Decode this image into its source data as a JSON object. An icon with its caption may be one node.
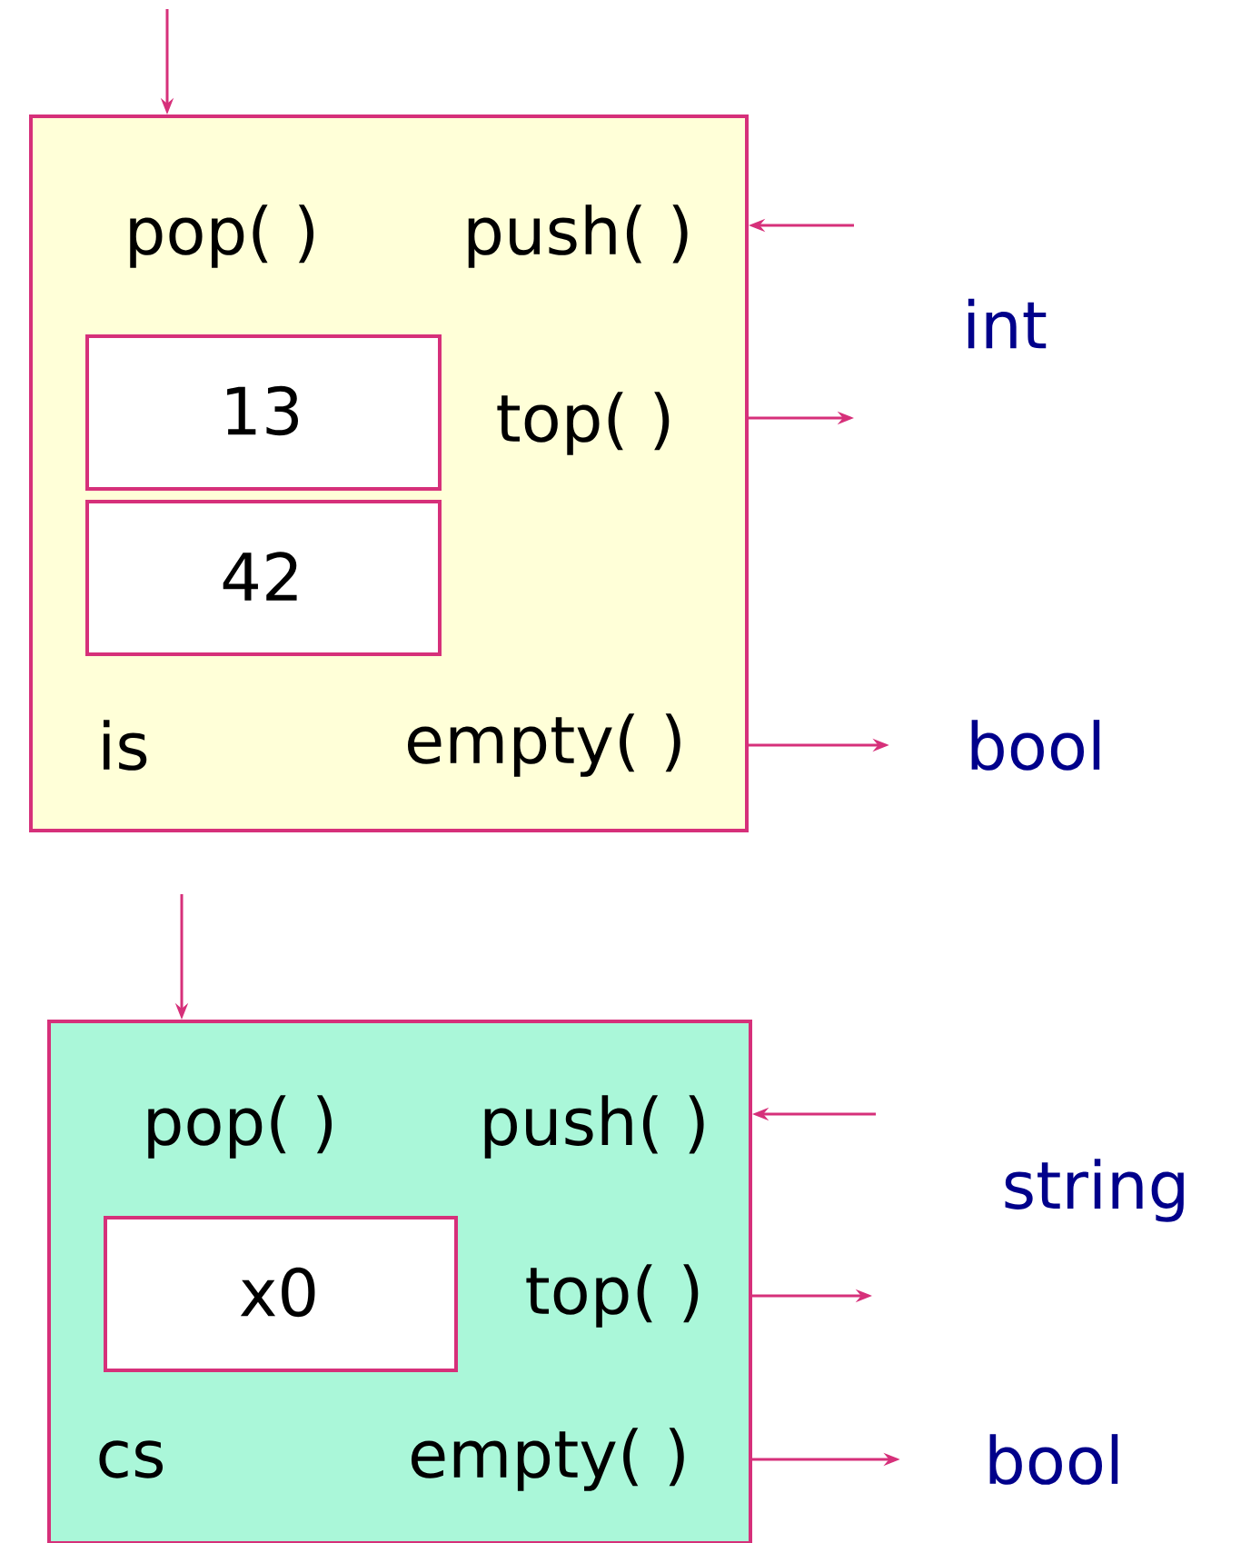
{
  "diagram": {
    "nodes": [
      {
        "text": [
          "pop( )",
          "push( )",
          "top( )",
          "is",
          "empty( )"
        ]
      },
      {
        "text": [
          "13"
        ],
        "in": 0
      },
      {
        "text": [
          "42"
        ],
        "in": 0
      },
      {
        "text": [
          "bool"
        ]
      },
      {
        "text": [
          "pop( )",
          "push( )",
          "top( )",
          "cs",
          "empty( )"
        ]
      },
      {
        "text": [
          "x0"
        ],
        "in": 4
      },
      {
        "text": [
          "bool"
        ]
      }
    ],
    "edges": [
      {
        "from": null,
        "to": 0,
        "arrow": "to"
      },
      {
        "from": null,
        "to": 0,
        "arrow": "to"
      },
      {
        "from": 0,
        "to": null,
        "arrow": "to"
      },
      {
        "from": 0,
        "to": 3,
        "arrow": "to"
      },
      {
        "from": null,
        "to": 4,
        "arrow": "to"
      },
      {
        "from": null,
        "to": 4,
        "arrow": "to"
      },
      {
        "from": 4,
        "to": null,
        "arrow": "to"
      },
      {
        "from": 4,
        "to": 6,
        "arrow": "to"
      }
    ],
    "labels": [
      "int",
      "string"
    ]
  }
}
